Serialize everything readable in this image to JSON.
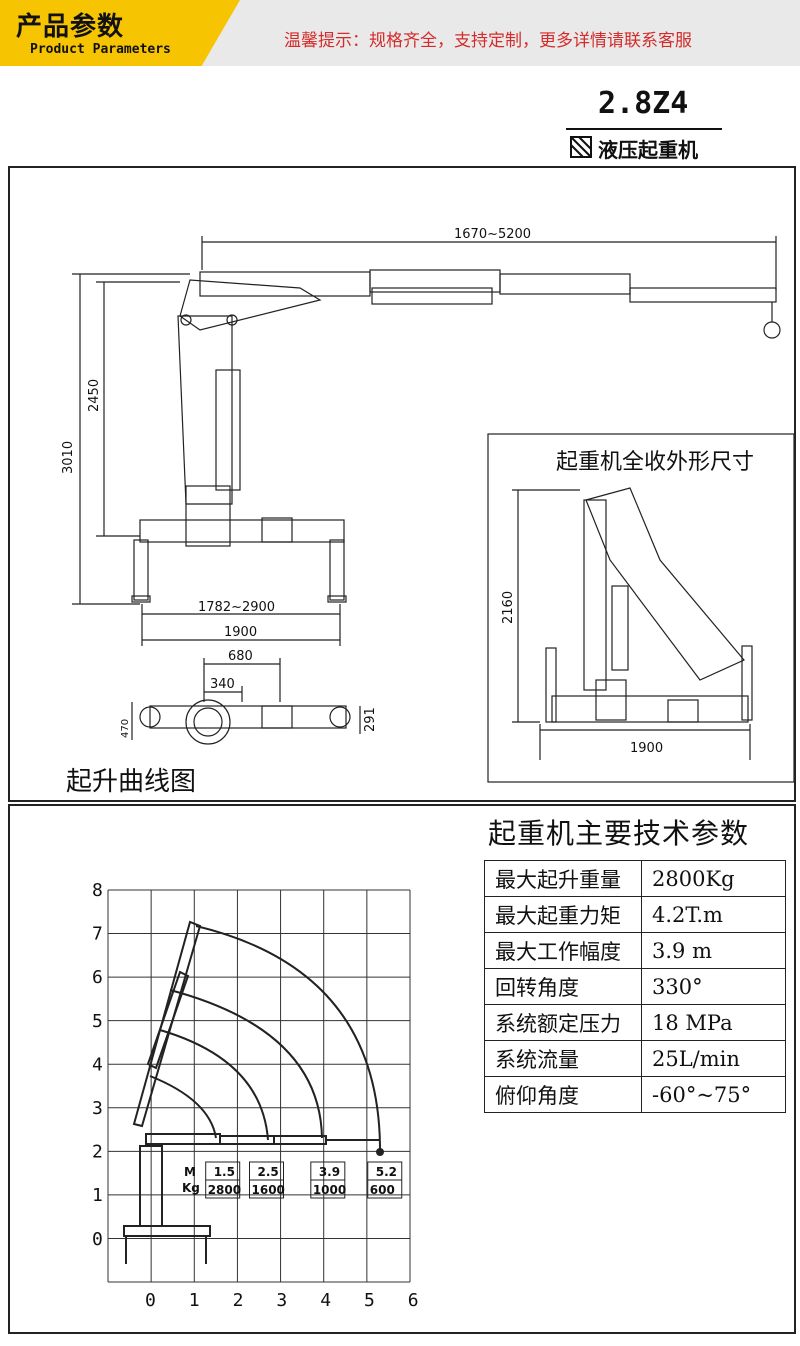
{
  "header": {
    "title_cn": "产品参数",
    "title_en": "Product Parameters",
    "notice": "温馨提示：规格齐全，支持定制，更多详情请联系客服"
  },
  "model": {
    "code": "2.8Z4",
    "name": "液压起重机"
  },
  "drawing": {
    "reach_label": "1670~5200",
    "height_total": "3010",
    "height_boom": "2450",
    "outrigger_span": "1782~2900",
    "base_width": "1900",
    "top_680": "680",
    "top_340": "340",
    "top_470": "470",
    "top_291": "291",
    "fold_caption": "起重机全收外形尺寸",
    "fold_height": "2160",
    "fold_width": "1900"
  },
  "curve": {
    "caption": "起升曲线图",
    "y_ticks": [
      "0",
      "1",
      "2",
      "3",
      "4",
      "5",
      "6",
      "7",
      "8"
    ],
    "x_ticks": [
      "0",
      "1",
      "2",
      "3",
      "4",
      "5",
      "6"
    ],
    "label_m": "M",
    "label_kg": "Kg",
    "loads": [
      {
        "m": "1.5",
        "kg": "2800"
      },
      {
        "m": "2.5",
        "kg": "1600"
      },
      {
        "m": "3.9",
        "kg": "1000"
      },
      {
        "m": "5.2",
        "kg": "600"
      }
    ]
  },
  "specs": {
    "title": "起重机主要技术参数",
    "rows": [
      {
        "key": "最大起升重量",
        "value": "2800Kg"
      },
      {
        "key": "最大起重力矩",
        "value": "4.2T.m"
      },
      {
        "key": "最大工作幅度",
        "value": "3.9 m"
      },
      {
        "key": "回转角度",
        "value": "330°"
      },
      {
        "key": "系统额定压力",
        "value": "18 MPa"
      },
      {
        "key": "系统流量",
        "value": "25L/min"
      },
      {
        "key": "俯仰角度",
        "value": "-60°~75°"
      }
    ]
  },
  "colors": {
    "accent": "#f6c400",
    "notice": "#d52b2b",
    "line": "#222222"
  }
}
